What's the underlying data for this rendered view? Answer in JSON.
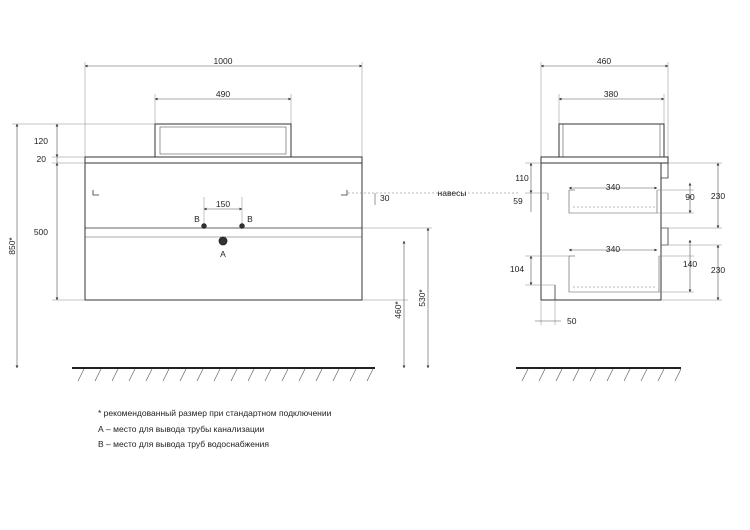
{
  "front": {
    "width": "1000",
    "sink_width": "490",
    "sink_height": "120",
    "top_thickness": "20",
    "hole_spacing": "150",
    "hole_b_left": "B",
    "hole_b_right": "B",
    "hole_a": "A",
    "drawer_height": "500",
    "total_height": "850*",
    "mount_height": "460*",
    "drain_height": "530*",
    "hinge_offset": "30",
    "hinge_label": "навесы"
  },
  "side": {
    "depth": "460",
    "sink_depth": "380",
    "top_gap": "110",
    "hinge_drop": "59",
    "drawer1_depth": "340",
    "drawer1_inner_height": "90",
    "drawer1_height": "230",
    "drawer2_depth": "340",
    "drawer2_offset": "104",
    "drawer2_inner_height": "140",
    "drawer2_height": "230",
    "back_offset": "50"
  },
  "notes": [
    "* рекомендованный размер при стандартном подключении",
    "А – место для вывода трубы канализации",
    "В – место для вывода труб водоснабжения"
  ]
}
